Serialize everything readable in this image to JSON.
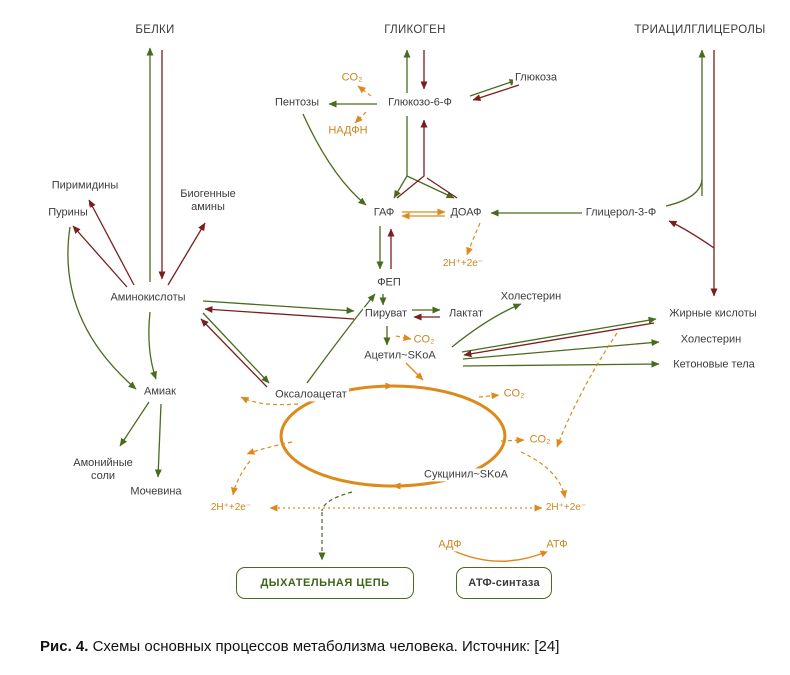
{
  "colors": {
    "anabolic_green": "#4a6b1d",
    "catabolic_red": "#7a1f1f",
    "energy_orange": "#dd8a1c",
    "label_text": "#3c3c3c",
    "orange_text": "#c8871f"
  },
  "headers": {
    "proteins": "БЕЛКИ",
    "glycogen": "ГЛИКОГЕН",
    "triacylglycerols": "ТРИАЦИЛГЛИЦЕРОЛЫ"
  },
  "nodes": {
    "co2": "CO₂",
    "glucose": "Глюкоза",
    "pentoses": "Пентозы",
    "glucose_6_p": "Глюкозо-6-Ф",
    "nadph": "НАДФН",
    "pyrimidines": "Пиримидины",
    "biogenic_amines": "Биогенные амины",
    "purines": "Пурины",
    "gaf": "ГАФ",
    "doaf": "ДОАФ",
    "glycerol_3_p": "Глицерол-3-Ф",
    "h2e": "2H⁺+2e⁻",
    "fep": "ФЕП",
    "amino_acids": "Аминокислоты",
    "cholesterol": "Холестерин",
    "pyruvate": "Пируват",
    "lactate": "Лактат",
    "fatty_acids": "Жирные кислоты",
    "acetyl_scoa": "Ацетил~SKoA",
    "ketone_bodies": "Кетоновые тела",
    "ammonia": "Амиак",
    "oxaloacetate": "Оксалоацетат",
    "ammonium_salts": "Амонийные соли",
    "succinyl_scoa": "Сукцинил~SKoA",
    "urea": "Мочевина",
    "adp": "АДФ",
    "atp": "АТФ"
  },
  "boxes": {
    "respiratory_chain": "ДЫХАТЕЛЬНАЯ ЦЕПЬ",
    "atp_synthase": "АТФ-синтаза"
  },
  "caption": {
    "label": "Рис. 4.",
    "text": " Схемы основных процессов метаболизма человека. Источник: [24]"
  }
}
